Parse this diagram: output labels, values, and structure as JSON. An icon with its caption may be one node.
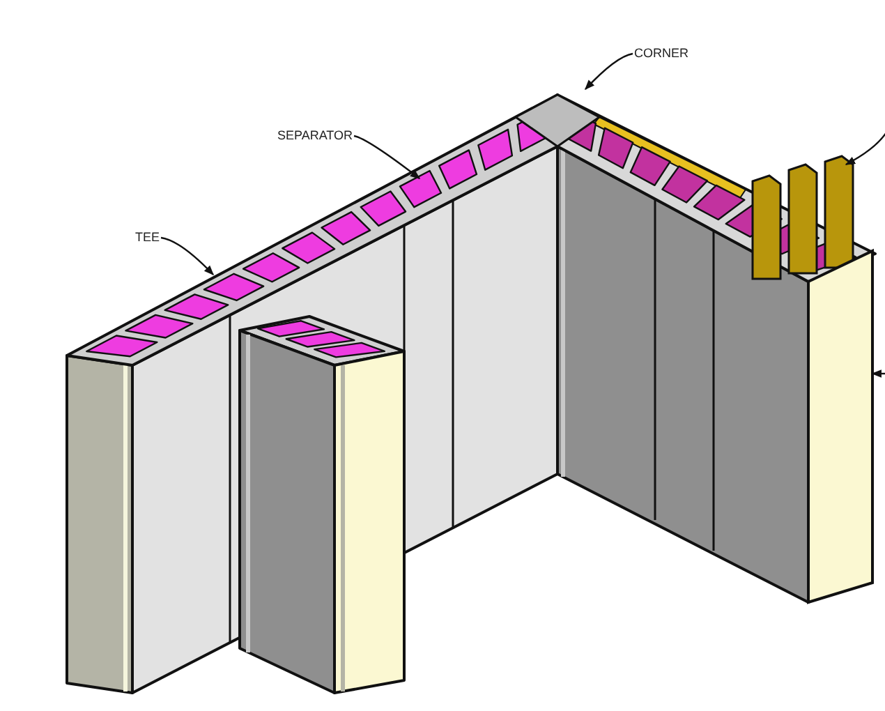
{
  "diagram": {
    "nodes": [
      {
        "text": [
          "TEE"
        ]
      },
      {
        "text": [
          "SEPARATOR"
        ]
      },
      {
        "text": [
          "CORNER"
        ]
      },
      {
        "text": [],
        "shape": "box"
      },
      {
        "text": [],
        "shape": "box"
      }
    ],
    "edges": [
      {
        "from": 0,
        "to": null,
        "arrow": "to"
      },
      {
        "from": 1,
        "to": null,
        "arrow": "to"
      },
      {
        "from": 2,
        "to": null,
        "arrow": "to"
      },
      {
        "from": null,
        "to": 3,
        "arrow": "to"
      },
      {
        "from": null,
        "to": 4,
        "arrow": "to"
      }
    ]
  }
}
